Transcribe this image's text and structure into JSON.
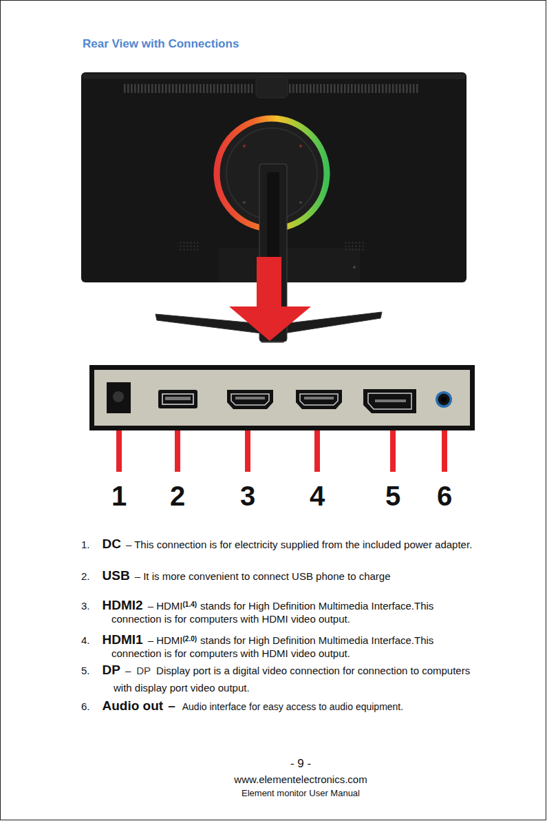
{
  "diagram": {
    "title": "Rear View with Connections",
    "labels": [
      "1",
      "2",
      "3",
      "4",
      "5",
      "6",
      "1.",
      "DC",
      "– This connection is for electricity supplied from the included power adapter.",
      "2.",
      "USB",
      "– It is more convenient to connect USB phone to charge",
      "3.",
      "HDMI2",
      "– HDMI",
      "(1.4)",
      "stands for High Definition Multimedia Interface.This connection is for computers with HDMI video output.",
      "4.",
      "HDMI1",
      "– HDMI",
      "(2.0)",
      "stands for High Definition Multimedia Interface.This connection is for computers with HDMI video output.",
      "5.",
      "DP",
      "–",
      "DP",
      "Display port is a digital video connection for connection to computers with display port video output.",
      "6.",
      "Audio out",
      "–",
      "Audio interface for easy access to audio equipment.",
      "- 9 -",
      "www.elementelectronics.com",
      "Element monitor User Manual"
    ]
  }
}
